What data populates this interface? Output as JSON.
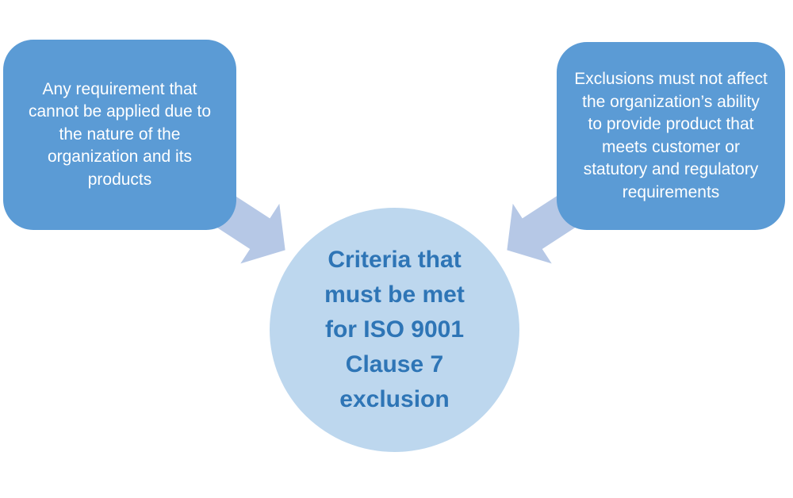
{
  "diagram": {
    "kind": "converging-criteria-diagram",
    "background": "#ffffff",
    "left_box": {
      "text": "Any requirement that\ncannot be applied due to\nthe nature of the\norganization and its\nproducts",
      "fill": "#5b9bd5",
      "text_color": "#ffffff"
    },
    "right_box": {
      "text": "Exclusions must not affect\nthe organization’s ability\nto provide product that\nmeets customer or\nstatutory and regulatory\nrequirements",
      "fill": "#5b9bd5",
      "text_color": "#ffffff"
    },
    "center_circle": {
      "text": "Criteria that\nmust be met\nfor ISO 9001\nClause 7\nexclusion",
      "fill": "#bdd7ee",
      "text_color": "#2e75b6"
    },
    "arrows": {
      "fill": "#b6c8e6",
      "left_direction": "down-right",
      "right_direction": "down-left"
    }
  }
}
